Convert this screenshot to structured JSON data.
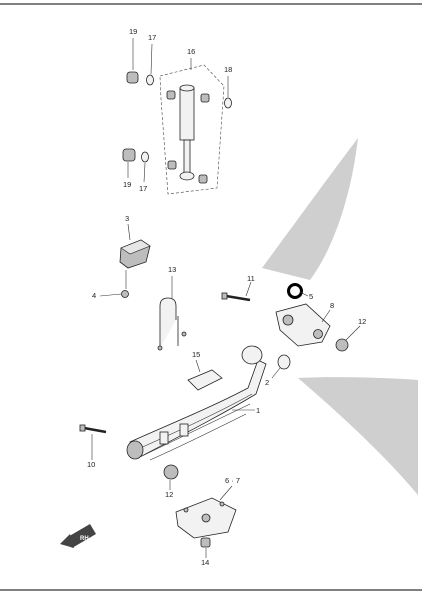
{
  "diagram": {
    "callouts": {
      "c1": "1",
      "c2": "2",
      "c3": "3",
      "c4": "4",
      "c5": "5",
      "c6_7": "6 · 7",
      "c8": "8",
      "c10": "10",
      "c11": "11",
      "c12a": "12",
      "c12b": "12",
      "c13": "13",
      "c14": "14",
      "c15": "15",
      "c16": "16",
      "c17a": "17",
      "c17b": "17",
      "c18": "18",
      "c19a": "19",
      "c19b": "19"
    },
    "direction_label": "RH",
    "colors": {
      "ink": "#222222",
      "shade": "#c8c8c8",
      "highlight": "#000000"
    }
  }
}
